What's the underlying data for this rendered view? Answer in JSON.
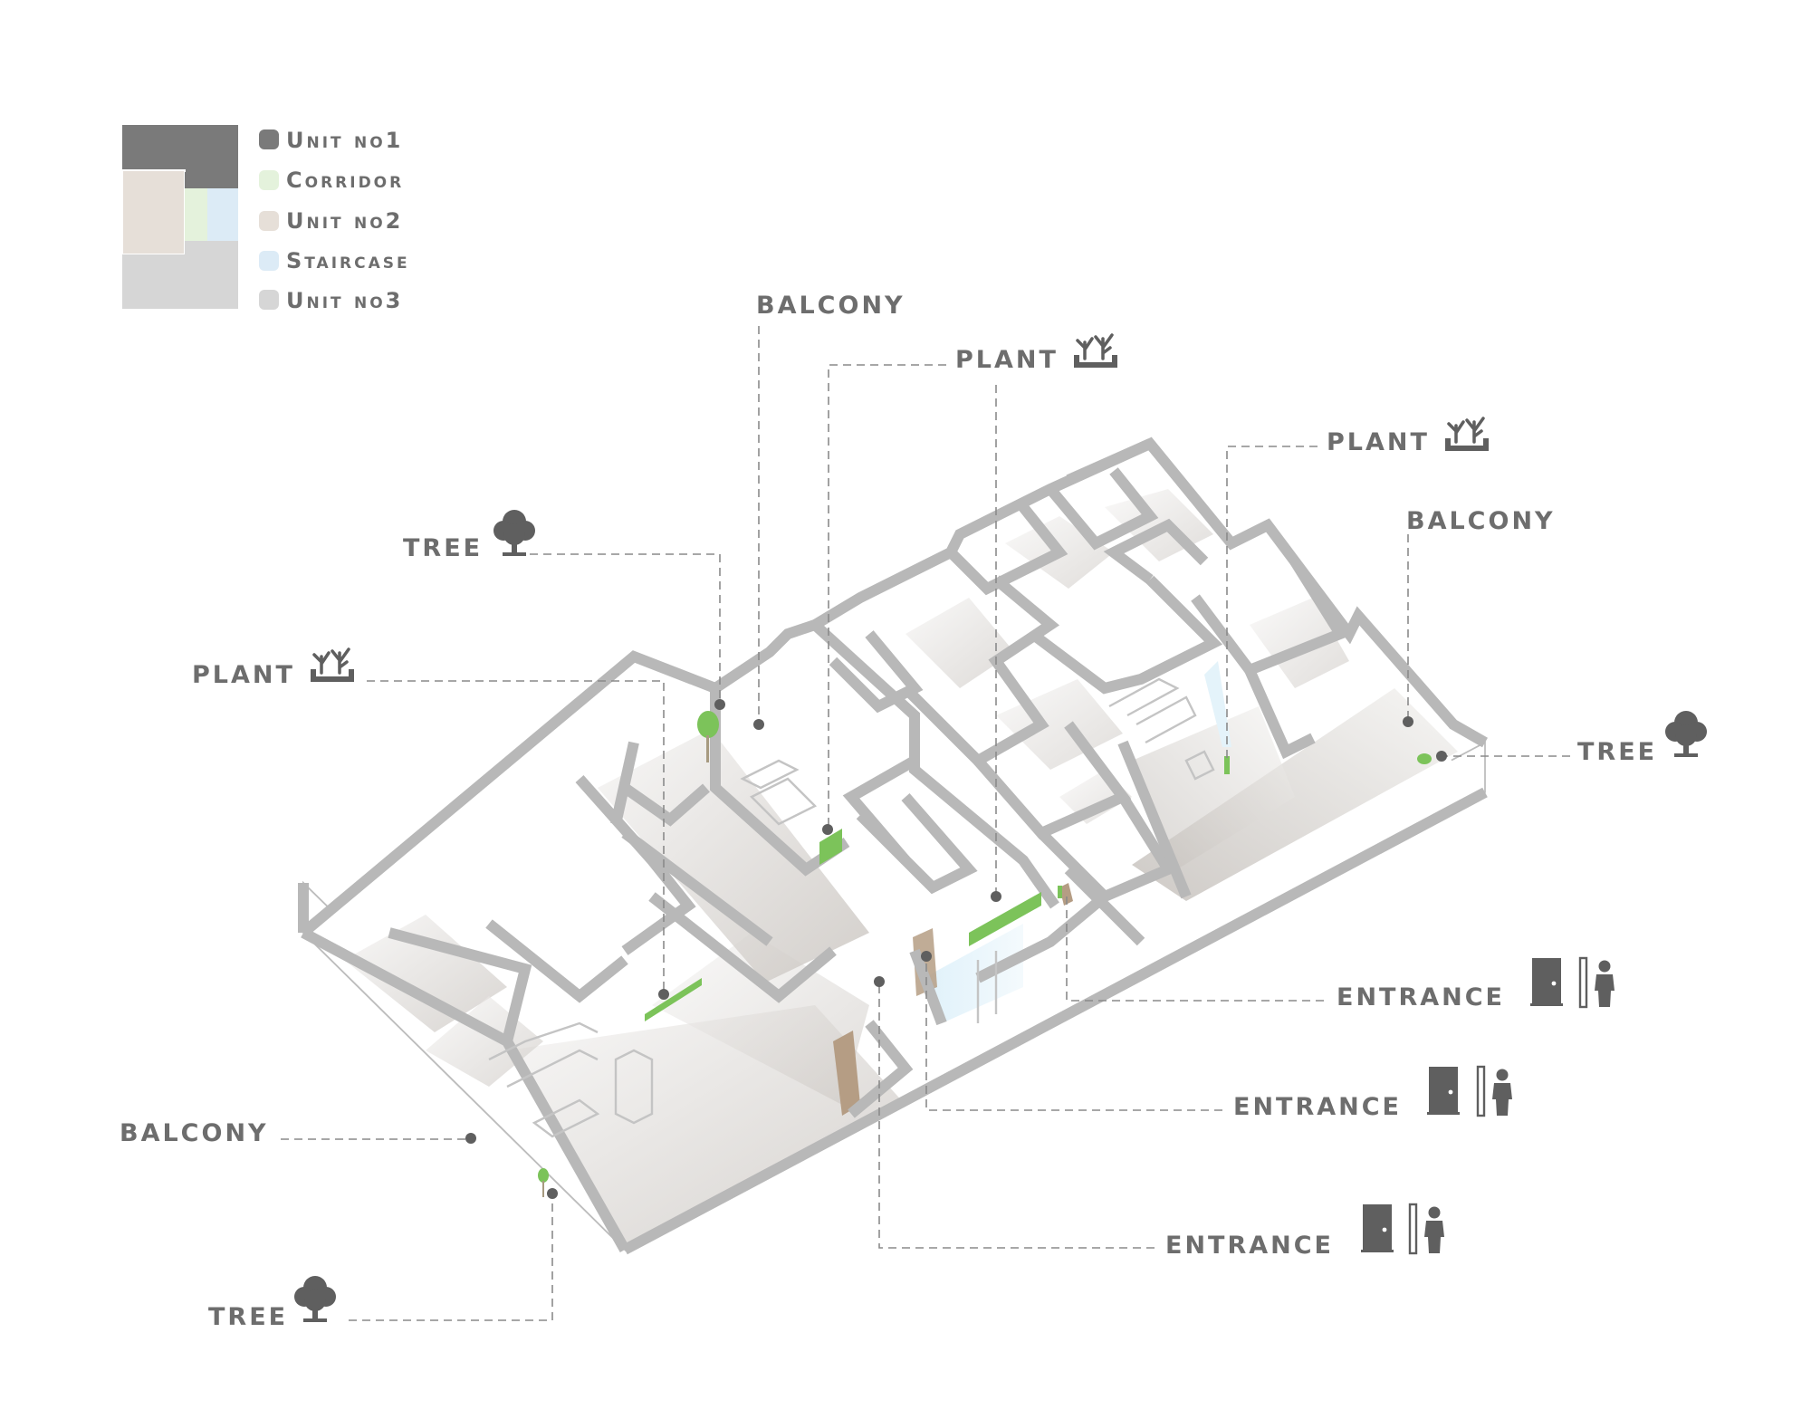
{
  "legend": {
    "items": [
      {
        "label": "Unit no1",
        "color": "#7a7a7a"
      },
      {
        "label": "Corridor",
        "color": "#e4f2dc"
      },
      {
        "label": "Unit no2",
        "color": "#e6dfd8"
      },
      {
        "label": "Staircase",
        "color": "#dcebf6"
      },
      {
        "label": "Unit no3",
        "color": "#d6d6d6"
      }
    ]
  },
  "callouts": {
    "balcony_top": "BALCONY",
    "plant_top": "PLANT",
    "plant_right": "PLANT",
    "balcony_right": "BALCONY",
    "tree_left": "TREE",
    "plant_left": "PLANT",
    "tree_right": "TREE",
    "entrance_1": "ENTRANCE",
    "entrance_2": "ENTRANCE",
    "entrance_3": "ENTRANCE",
    "balcony_left": "BALCONY",
    "tree_bottom": "TREE"
  },
  "icons": {
    "tree": "tree-icon",
    "plant": "planter-icon",
    "door": "door-icon",
    "person": "person-icon"
  },
  "colors": {
    "floor_dark": "#c4c0bb",
    "floor_light": "#f4f3f2",
    "wall": "#b8b8b8",
    "text": "#6d6d6d",
    "icon": "#5f5f5f",
    "greenery": "#7cc35a",
    "glass": "#e6f4fb",
    "wood": "#b59d84"
  }
}
